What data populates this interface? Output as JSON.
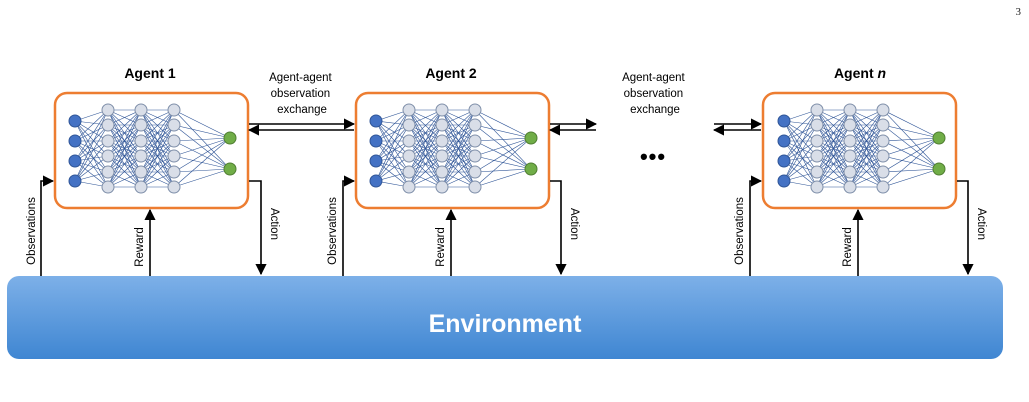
{
  "page_number": "3",
  "agents": [
    {
      "title": "Agent",
      "suffix": "1"
    },
    {
      "title": "Agent",
      "suffix": "2"
    },
    {
      "title": "Agent",
      "suffix": "n"
    }
  ],
  "exchange_label": [
    "Agent-agent",
    "observation",
    "exchange"
  ],
  "ellipsis": "•••",
  "labels": {
    "observations": "Observations",
    "reward": "Reward",
    "action": "Action"
  },
  "environment_label": "Environment",
  "colors": {
    "agent_border": "#ED7D31",
    "input_node": "#4472C4",
    "hidden_node": "#D9DEE8",
    "output_node": "#70AD47",
    "edge": "#2F5597",
    "environment_top": "#7DB0E8",
    "environment_bottom": "#3F86D2"
  }
}
